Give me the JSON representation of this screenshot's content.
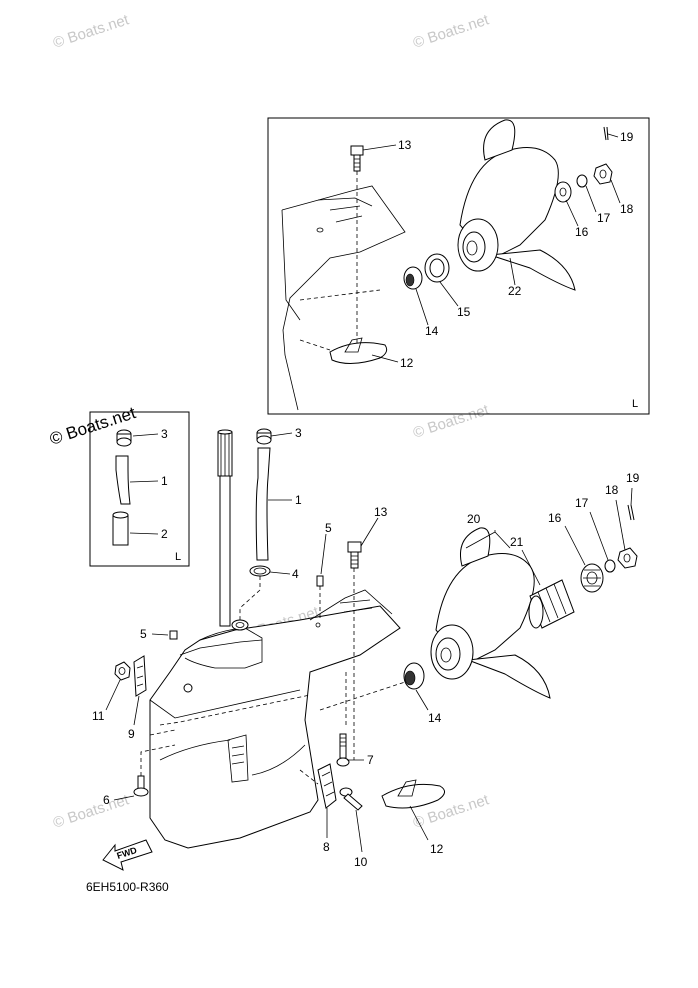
{
  "diagram": {
    "reference_code": "6EH5100-R360",
    "watermarks": [
      "© Boats.net",
      "© Boats.net",
      "© Boats.net",
      "© Boats.net",
      "© Boats.net",
      "© Boats.net",
      "© Boats.net"
    ],
    "direction_label": "FWD",
    "inset_top": {
      "variant_letter": "L",
      "callouts": [
        "13",
        "19",
        "17",
        "18",
        "16",
        "22",
        "15",
        "14",
        "12"
      ]
    },
    "inset_left": {
      "variant_letter": "L",
      "callouts": [
        "3",
        "1",
        "2"
      ]
    },
    "main_callouts": [
      "3",
      "1",
      "4",
      "13",
      "5",
      "5",
      "11",
      "9",
      "7",
      "6",
      "8",
      "10",
      "12",
      "14",
      "20",
      "21",
      "16",
      "17",
      "18",
      "19"
    ]
  }
}
